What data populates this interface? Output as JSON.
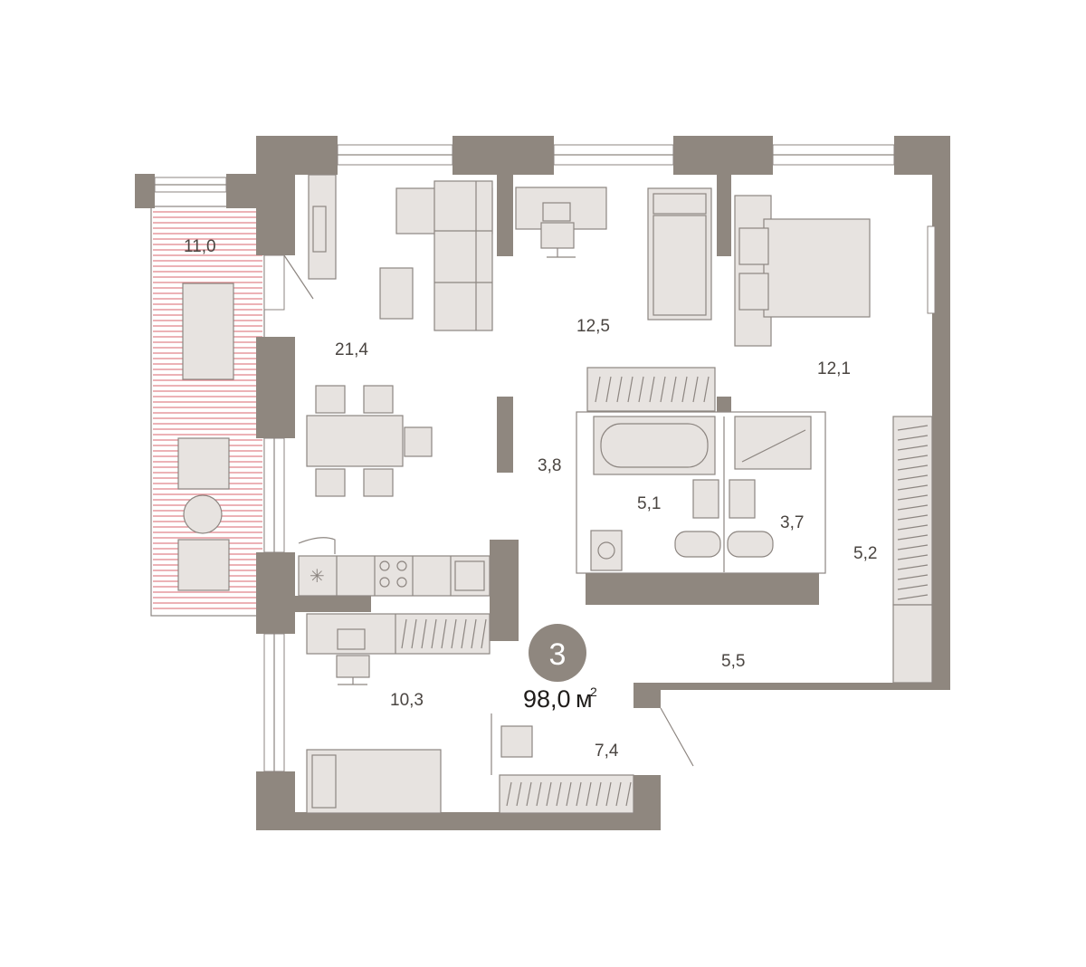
{
  "plan": {
    "rooms": {
      "balcony": "11,0",
      "living_kitchen": "21,4",
      "bedroom_middle": "12,5",
      "bedroom_right": "12,1",
      "corridor_small": "3,8",
      "bathroom": "5,1",
      "toilet": "3,7",
      "wardrobe_right": "5,2",
      "hall": "5,5",
      "bedroom_bottom": "10,3",
      "entrance": "7,4"
    },
    "rooms_count": "3",
    "total_area": "98,0",
    "area_unit": "м",
    "area_unit_power": "2"
  },
  "colors": {
    "wall": "#8f877f",
    "furniture": "#e7e3e0",
    "balcony_hatch": "#e0848a",
    "badge": "#8f877f"
  }
}
